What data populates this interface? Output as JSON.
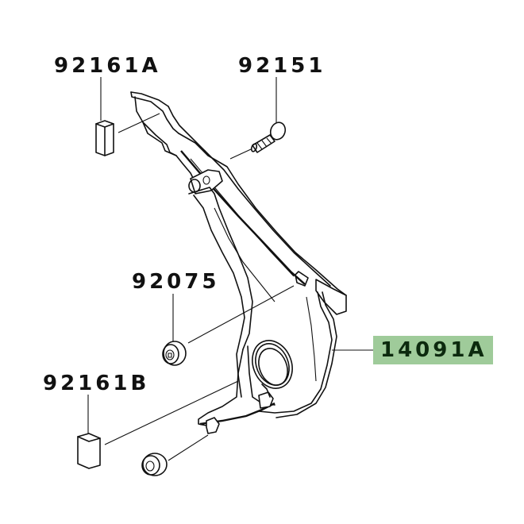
{
  "diagram": {
    "title": "Chain cover parts diagram",
    "highlight_color": "#9fcb9a",
    "labels": [
      {
        "id": "p92161a",
        "text": "92161A",
        "highlighted": false
      },
      {
        "id": "p92151",
        "text": "92151",
        "highlighted": false
      },
      {
        "id": "p92075",
        "text": "92075",
        "highlighted": false
      },
      {
        "id": "p14091a",
        "text": "14091A",
        "highlighted": true
      },
      {
        "id": "p92161b",
        "text": "92161B",
        "highlighted": false
      }
    ],
    "parts": [
      {
        "ref": "92161A",
        "shape": "rectangular-pad"
      },
      {
        "ref": "92151",
        "shape": "flanged-bolt"
      },
      {
        "ref": "92075",
        "shape": "grommet"
      },
      {
        "ref": "14091A",
        "shape": "chain-cover"
      },
      {
        "ref": "92161B",
        "shape": "square-pad"
      },
      {
        "ref": "92075",
        "shape": "grommet"
      }
    ]
  }
}
